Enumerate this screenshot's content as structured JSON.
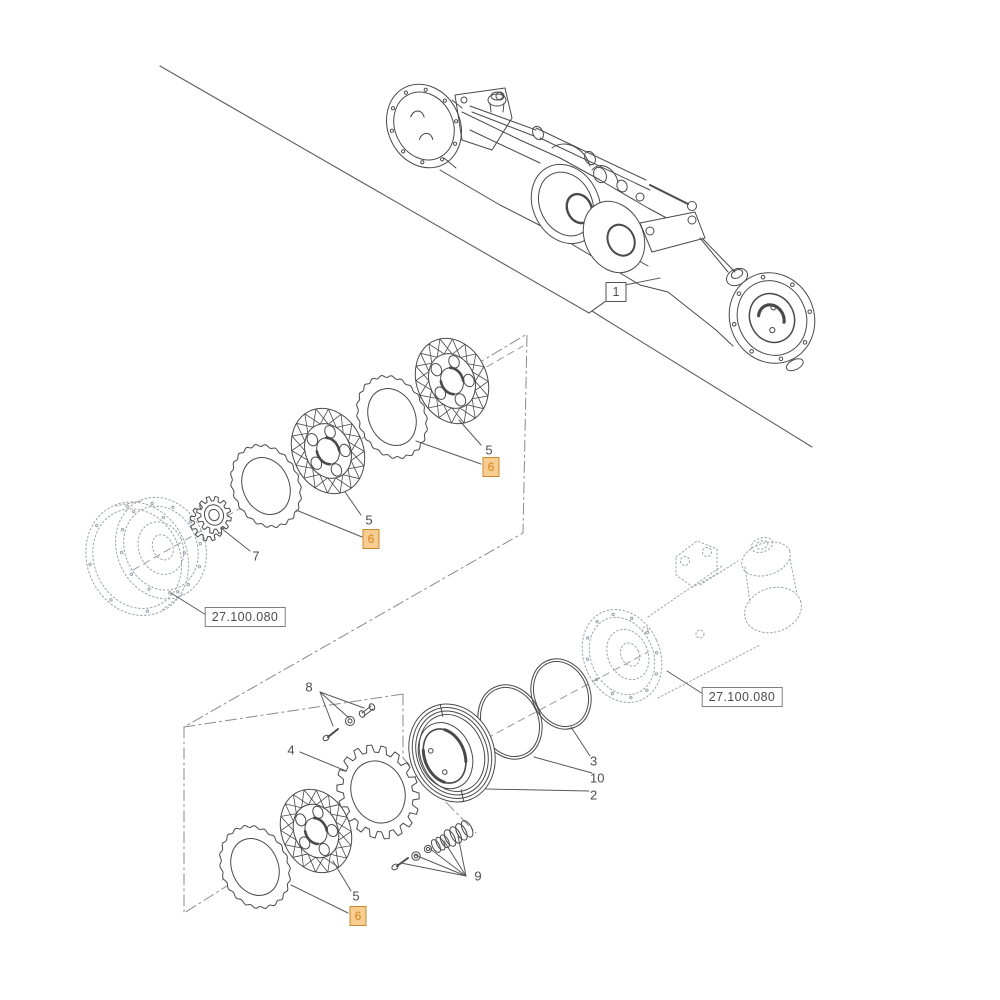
{
  "colors": {
    "line": "#4a4a4a",
    "reference_line": "#9aa3a8",
    "boundary_line": "#8a8a8a",
    "leader_line": "#5a5a5a",
    "highlight_fill": "#F7CD92",
    "highlight_border": "#C9882E",
    "highlight_text": "#D8861B",
    "callout_text": "#4c4c4c"
  },
  "assembly_callout": {
    "label": "1"
  },
  "upper_group": {
    "label_5_left": "5",
    "label_6_left": "6",
    "label_5_right": "5",
    "label_6_right": "6",
    "label_7": "7",
    "ref_code": "27.100.080"
  },
  "lower_group": {
    "label_8": "8",
    "label_4": "4",
    "label_5": "5",
    "label_6": "6",
    "label_9": "9",
    "label_3": "3",
    "label_10": "10",
    "label_2": "2",
    "ref_code": "27.100.080"
  }
}
